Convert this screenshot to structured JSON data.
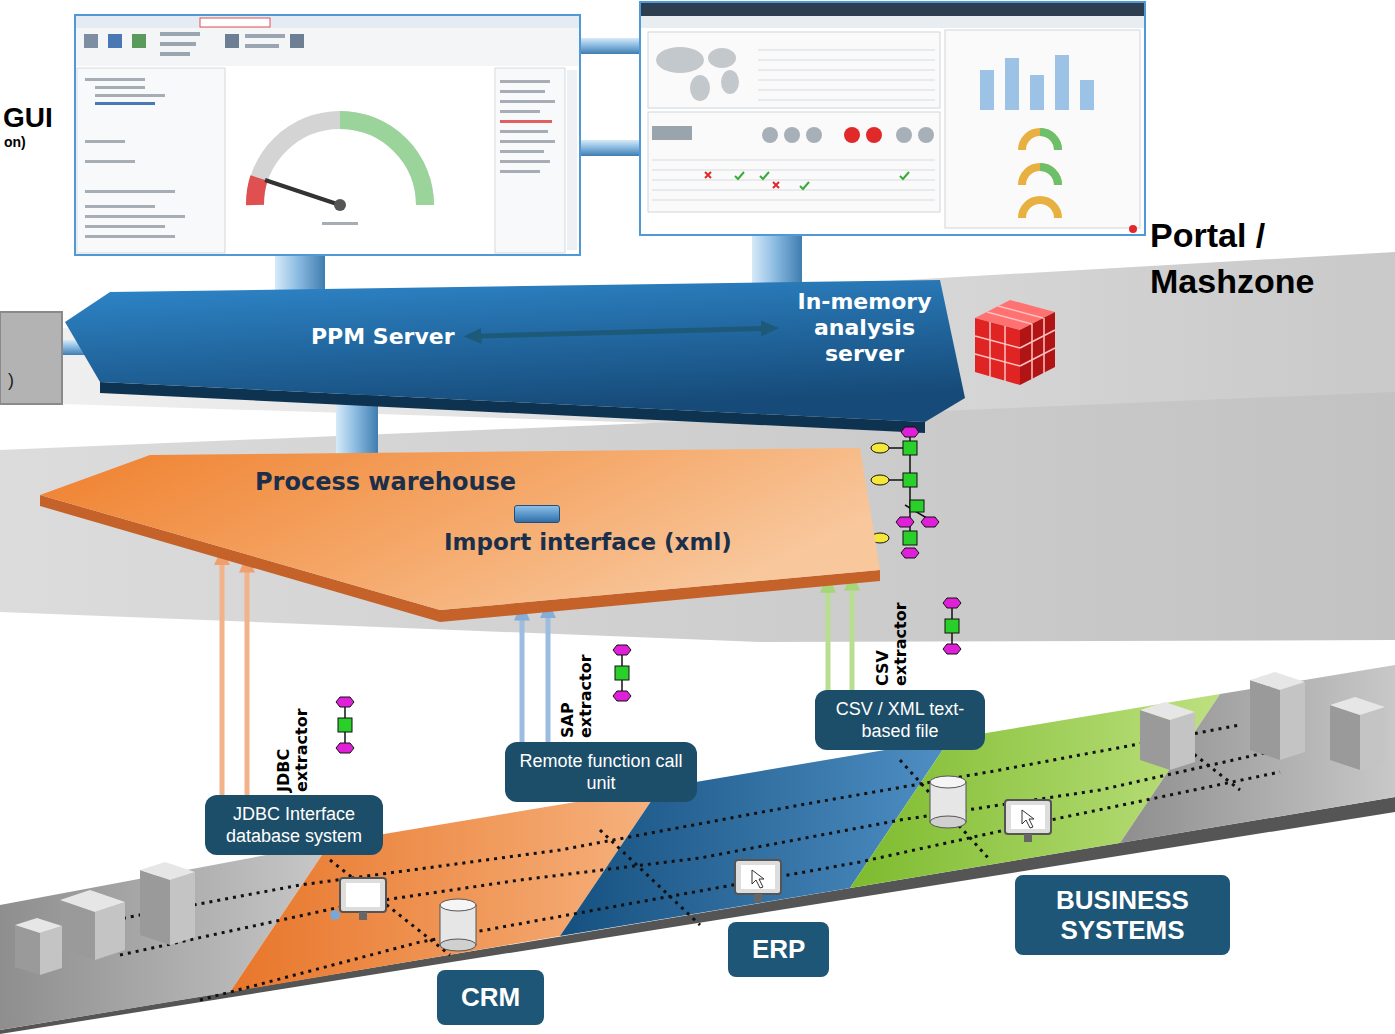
{
  "diagram": {
    "nodes": [
      {
        "text": [
          "PPM Server"
        ]
      },
      {
        "text": [
          "In-memory analysis server"
        ]
      },
      {
        "text": [
          "Process warehouse"
        ]
      },
      {
        "text": [
          "Import interface (xml)"
        ],
        "in": 2
      },
      {
        "text": [
          "JDBC Interface database system"
        ]
      },
      {
        "text": [
          "Remote function call unit"
        ]
      },
      {
        "text": [
          "CSV / XML text-based file"
        ]
      },
      {
        "text": [
          "CRM"
        ]
      },
      {
        "text": [
          "ERP"
        ]
      },
      {
        "text": [
          "BUSINESS SYSTEMS"
        ]
      }
    ],
    "edges": [
      {
        "from": 0,
        "to": 1,
        "arrow": "both"
      },
      {
        "from": 4,
        "to": 2,
        "arrow": "to"
      },
      {
        "from": 4,
        "to": 2,
        "arrow": "to"
      },
      {
        "from": 5,
        "to": 2,
        "arrow": "to"
      },
      {
        "from": 5,
        "to": 2,
        "arrow": "to"
      },
      {
        "from": 6,
        "to": 2,
        "arrow": "to"
      },
      {
        "from": 6,
        "to": 2,
        "arrow": "to"
      }
    ],
    "labels": [
      "GUI",
      "on)",
      ")",
      "Portal / Mashzone",
      "JDBC extractor",
      "SAP extractor",
      "CSV extractor"
    ]
  }
}
